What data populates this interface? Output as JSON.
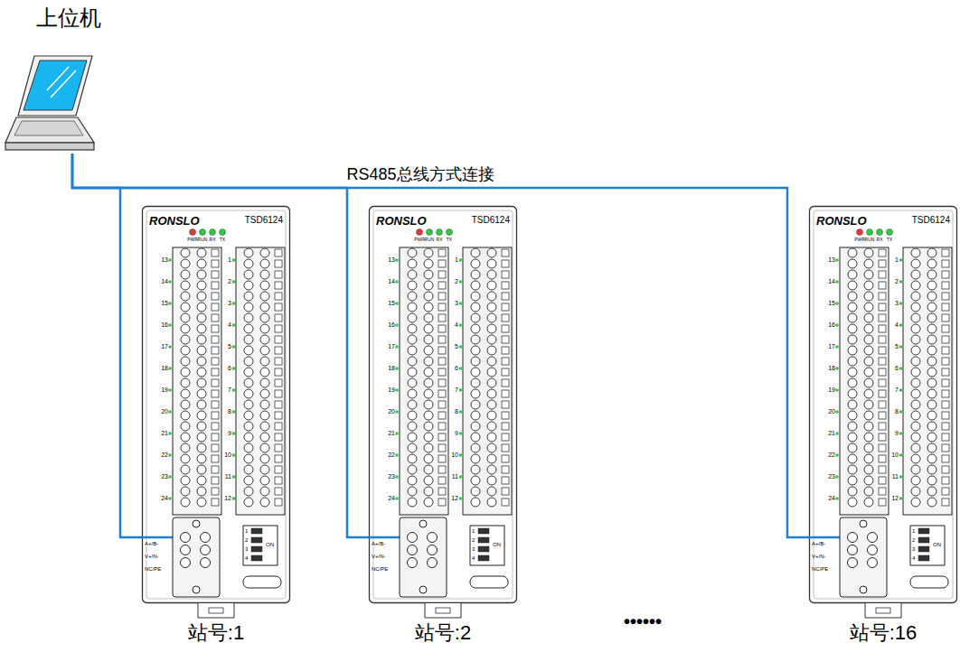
{
  "diagram": {
    "nodes": [
      {
        "text": [
          "上位机"
        ]
      },
      {
        "text": [
          "TSD6124",
          "站号:1"
        ]
      },
      {
        "text": [
          "TSD6124",
          "站号:2"
        ]
      },
      {
        "text": [
          "TSD6124",
          "站号:16"
        ]
      }
    ],
    "edges": [
      {
        "from": 0,
        "to": 1,
        "arrow": "none",
        "label": "RS485总线方式连接"
      },
      {
        "from": 0,
        "to": 2,
        "arrow": "none"
      },
      {
        "from": 0,
        "to": 3,
        "arrow": "none"
      }
    ],
    "labels": [
      "••••••",
      "RONSLO",
      "PWR",
      "RUN",
      "RX",
      "TX",
      "13",
      "14",
      "15",
      "16",
      "17",
      "18",
      "19",
      "20",
      "21",
      "22",
      "23",
      "24",
      "1",
      "2",
      "3",
      "4",
      "5",
      "6",
      "7",
      "8",
      "9",
      "10",
      "11",
      "12",
      "A+/B-",
      "V+/N-",
      "NC/PE",
      "1",
      "2",
      "3",
      "4",
      "ON",
      "RONSLO",
      "PWR",
      "RUN",
      "RX",
      "TX",
      "13",
      "14",
      "15",
      "16",
      "17",
      "18",
      "19",
      "20",
      "21",
      "22",
      "23",
      "24",
      "1",
      "2",
      "3",
      "4",
      "5",
      "6",
      "7",
      "8",
      "9",
      "10",
      "11",
      "12",
      "A+/B-",
      "V+/N-",
      "NC/PE",
      "1",
      "2",
      "3",
      "4",
      "ON",
      "RONSLO",
      "PWR",
      "RUN",
      "RX",
      "TX",
      "13",
      "14",
      "15",
      "16",
      "17",
      "18",
      "19",
      "20",
      "21",
      "22",
      "23",
      "24",
      "1",
      "2",
      "3",
      "4",
      "5",
      "6",
      "7",
      "8",
      "9",
      "10",
      "11",
      "12",
      "A+/B-",
      "V+/N-",
      "NC/PE",
      "1",
      "2",
      "3",
      "4",
      "ON"
    ]
  }
}
